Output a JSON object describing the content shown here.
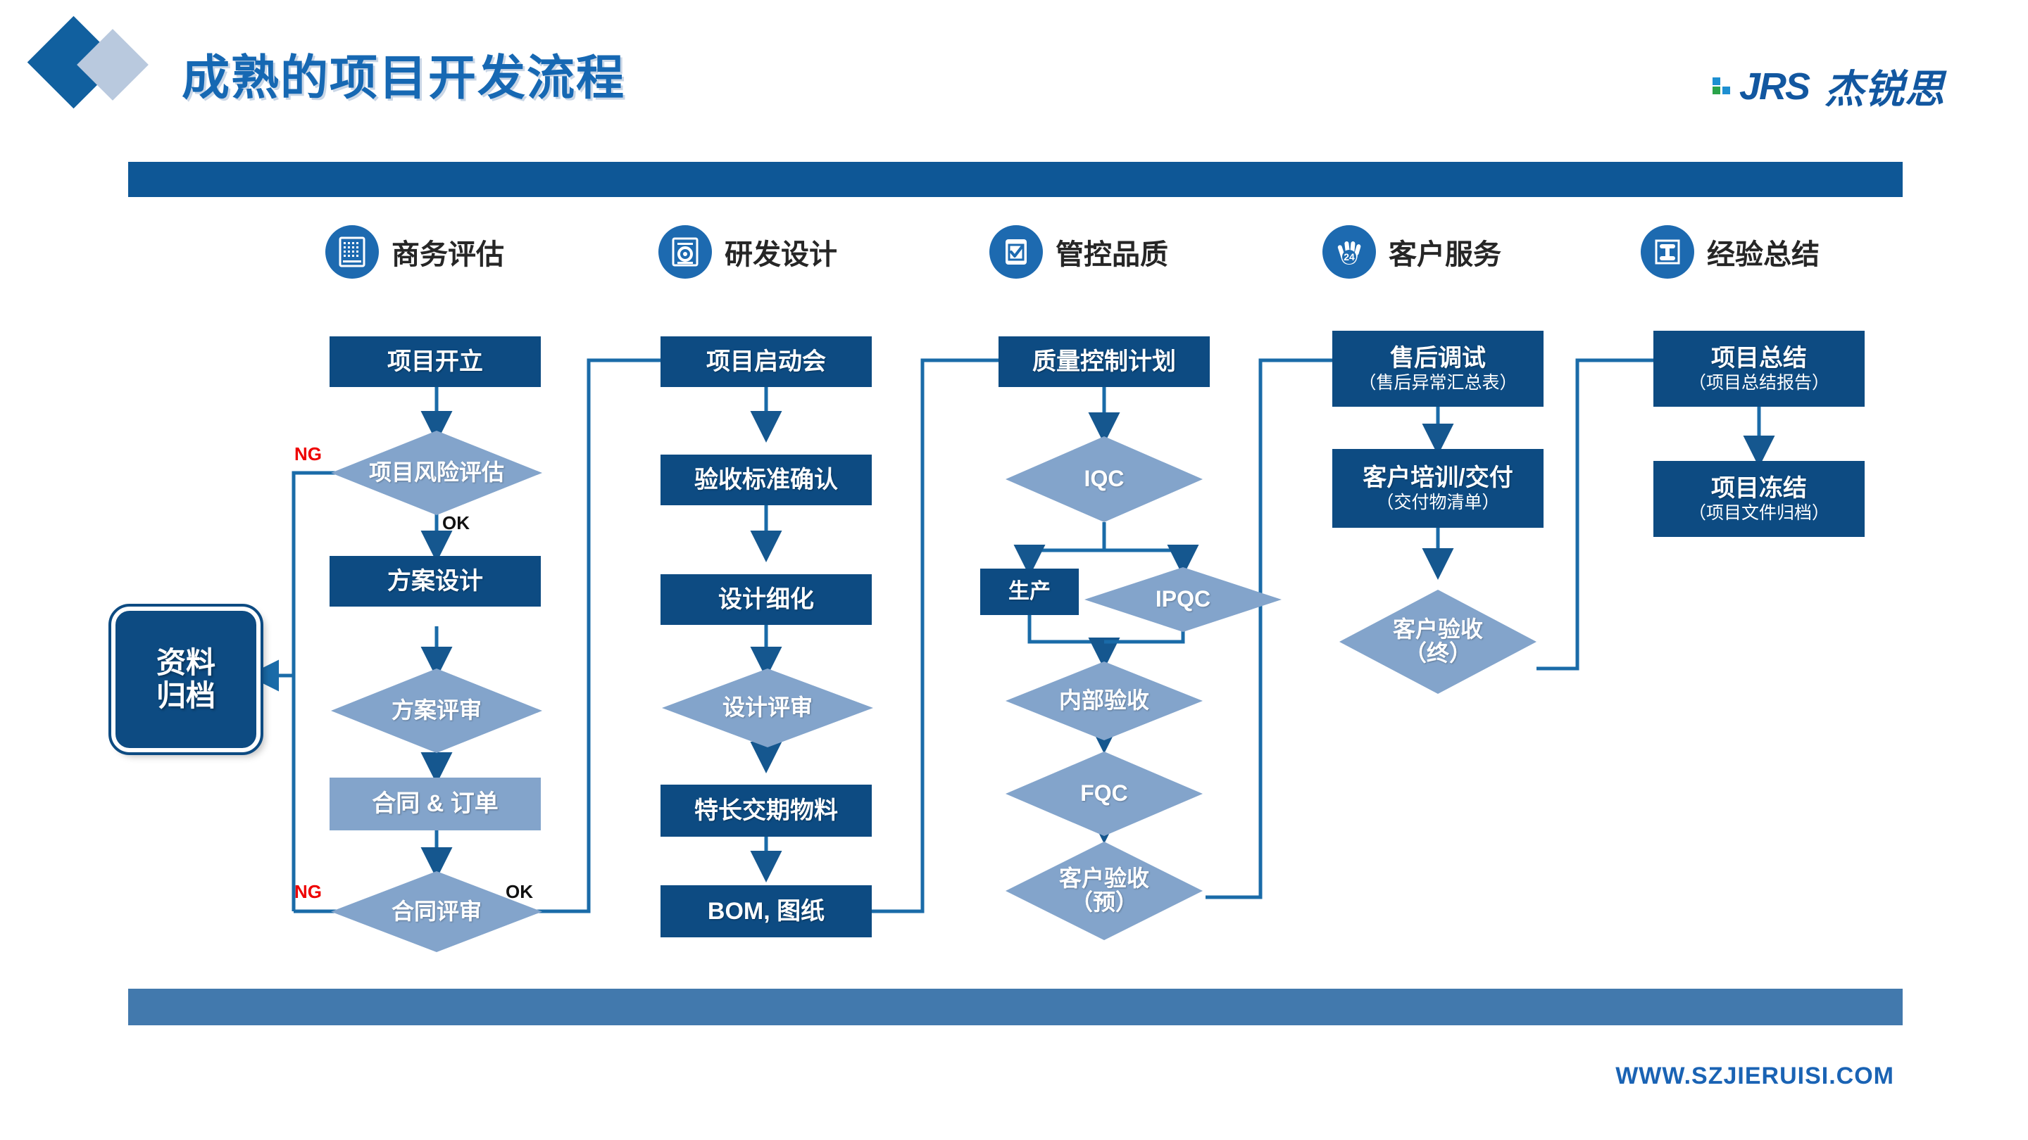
{
  "header": {
    "title": "成熟的项目开发流程",
    "logo_text": "JRS",
    "logo_cn": "杰锐思"
  },
  "footer": {
    "website": "WWW.SZJIERUISI.COM"
  },
  "categories": [
    {
      "label": "商务评估",
      "icon": "book-icon"
    },
    {
      "label": "研发设计",
      "icon": "gear-document-icon"
    },
    {
      "label": "管控品质",
      "icon": "checklist-icon"
    },
    {
      "label": "客户服务",
      "icon": "hand-24-icon"
    },
    {
      "label": "经验总结",
      "icon": "t-beam-icon"
    }
  ],
  "colors": {
    "dark_blue": "#0d4b82",
    "light_blue": "#83a4cb",
    "accent": "#1668b3",
    "bar_top": "#0e5796",
    "bar_bottom": "#4279ad",
    "ng": "#ee0000",
    "ok": "#111111"
  },
  "archive": {
    "line1": "资料",
    "line2": "归档"
  },
  "edge_labels": {
    "ng1": "NG",
    "ok1": "OK",
    "ng2": "NG",
    "ok2": "OK"
  },
  "chart_data": {
    "type": "diagram",
    "title": "成熟的项目开发流程",
    "columns": [
      {
        "name": "商务评估",
        "nodes": [
          {
            "id": "c1n1",
            "label": "项目开立",
            "shape": "rect",
            "fill": "dark"
          },
          {
            "id": "c1n2",
            "label": "项目风险评估",
            "shape": "diamond",
            "fill": "light"
          },
          {
            "id": "c1n3",
            "label": "方案设计",
            "shape": "rect",
            "fill": "dark"
          },
          {
            "id": "c1n4",
            "label": "方案评审",
            "shape": "diamond",
            "fill": "light"
          },
          {
            "id": "c1n5",
            "label": "合同 & 订单",
            "shape": "rect",
            "fill": "light"
          },
          {
            "id": "c1n6",
            "label": "合同评审",
            "shape": "diamond",
            "fill": "light"
          }
        ]
      },
      {
        "name": "研发设计",
        "nodes": [
          {
            "id": "c2n1",
            "label": "项目启动会",
            "shape": "rect",
            "fill": "dark"
          },
          {
            "id": "c2n2",
            "label": "验收标准确认",
            "shape": "rect",
            "fill": "dark"
          },
          {
            "id": "c2n3",
            "label": "设计细化",
            "shape": "rect",
            "fill": "dark"
          },
          {
            "id": "c2n4",
            "label": "设计评审",
            "shape": "diamond",
            "fill": "light"
          },
          {
            "id": "c2n5",
            "label": "特长交期物料",
            "shape": "rect",
            "fill": "dark"
          },
          {
            "id": "c2n6",
            "label": "BOM, 图纸",
            "shape": "rect",
            "fill": "dark"
          }
        ]
      },
      {
        "name": "管控品质",
        "nodes": [
          {
            "id": "c3n1",
            "label": "质量控制计划",
            "shape": "rect",
            "fill": "dark"
          },
          {
            "id": "c3n2",
            "label": "IQC",
            "shape": "diamond",
            "fill": "light"
          },
          {
            "id": "c3n3",
            "label": "生产",
            "shape": "rect",
            "fill": "dark"
          },
          {
            "id": "c3n4",
            "label": "IPQC",
            "shape": "diamond",
            "fill": "light"
          },
          {
            "id": "c3n5",
            "label": "内部验收",
            "shape": "diamond",
            "fill": "light"
          },
          {
            "id": "c3n6",
            "label": "FQC",
            "shape": "diamond",
            "fill": "light"
          },
          {
            "id": "c3n7",
            "label": "客户验收",
            "sublabel": "（预）",
            "shape": "diamond",
            "fill": "light"
          }
        ]
      },
      {
        "name": "客户服务",
        "nodes": [
          {
            "id": "c4n1",
            "label": "售后调试",
            "sublabel": "（售后异常汇总表）",
            "shape": "rect",
            "fill": "dark"
          },
          {
            "id": "c4n2",
            "label": "客户培训/交付",
            "sublabel": "（交付物清单）",
            "shape": "rect",
            "fill": "dark"
          },
          {
            "id": "c4n3",
            "label": "客户验收",
            "sublabel": "（终）",
            "shape": "diamond",
            "fill": "light"
          }
        ]
      },
      {
        "name": "经验总结",
        "nodes": [
          {
            "id": "c5n1",
            "label": "项目总结",
            "sublabel": "（项目总结报告）",
            "shape": "rect",
            "fill": "dark"
          },
          {
            "id": "c5n2",
            "label": "项目冻结",
            "sublabel": "（项目文件归档）",
            "shape": "rect",
            "fill": "dark"
          }
        ]
      }
    ],
    "edges": [
      {
        "from": "c1n1",
        "to": "c1n2"
      },
      {
        "from": "c1n2",
        "to": "c1n3",
        "label": "OK"
      },
      {
        "from": "c1n2",
        "to": "archive",
        "label": "NG"
      },
      {
        "from": "c1n3",
        "to": "c1n4"
      },
      {
        "from": "c1n4",
        "to": "c1n5"
      },
      {
        "from": "c1n5",
        "to": "c1n6"
      },
      {
        "from": "c1n6",
        "to": "archive",
        "label": "NG"
      },
      {
        "from": "c1n6",
        "to": "c2n1",
        "label": "OK"
      },
      {
        "from": "c2n1",
        "to": "c2n2"
      },
      {
        "from": "c2n2",
        "to": "c2n3"
      },
      {
        "from": "c2n3",
        "to": "c2n4"
      },
      {
        "from": "c2n4",
        "to": "c2n5"
      },
      {
        "from": "c2n5",
        "to": "c2n6"
      },
      {
        "from": "c2n6",
        "to": "c3n1"
      },
      {
        "from": "c3n1",
        "to": "c3n2"
      },
      {
        "from": "c3n2",
        "to": "c3n3"
      },
      {
        "from": "c3n2",
        "to": "c3n4"
      },
      {
        "from": "c3n3",
        "to": "c3n5"
      },
      {
        "from": "c3n4",
        "to": "c3n5"
      },
      {
        "from": "c3n5",
        "to": "c3n6"
      },
      {
        "from": "c3n6",
        "to": "c3n7"
      },
      {
        "from": "c3n7",
        "to": "c4n1"
      },
      {
        "from": "c4n1",
        "to": "c4n2"
      },
      {
        "from": "c4n2",
        "to": "c4n3"
      },
      {
        "from": "c4n3",
        "to": "c5n1"
      },
      {
        "from": "c5n1",
        "to": "c5n2"
      }
    ]
  }
}
